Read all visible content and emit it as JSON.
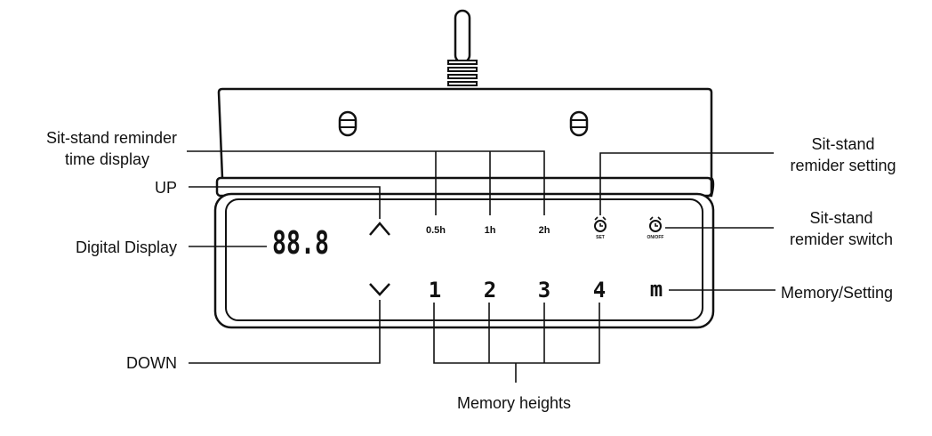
{
  "labels": {
    "reminder_time_line1": "Sit-stand reminder",
    "reminder_time_line2": "time display",
    "up": "UP",
    "digital_display": "Digital Display",
    "down": "DOWN",
    "memory_heights": "Memory heights",
    "reminder_setting_line1": "Sit-stand",
    "reminder_setting_line2": "remider setting",
    "reminder_switch_line1": "Sit-stand",
    "reminder_switch_line2": "remider switch",
    "memory_setting": "Memory/Setting"
  },
  "panel": {
    "display_value": "88.8",
    "time_options": [
      "0.5h",
      "1h",
      "2h"
    ],
    "memory_keys": [
      "1",
      "2",
      "3",
      "4"
    ],
    "m_key": "m",
    "set_caption": "SET",
    "onoff_caption": "ON/OFF"
  }
}
